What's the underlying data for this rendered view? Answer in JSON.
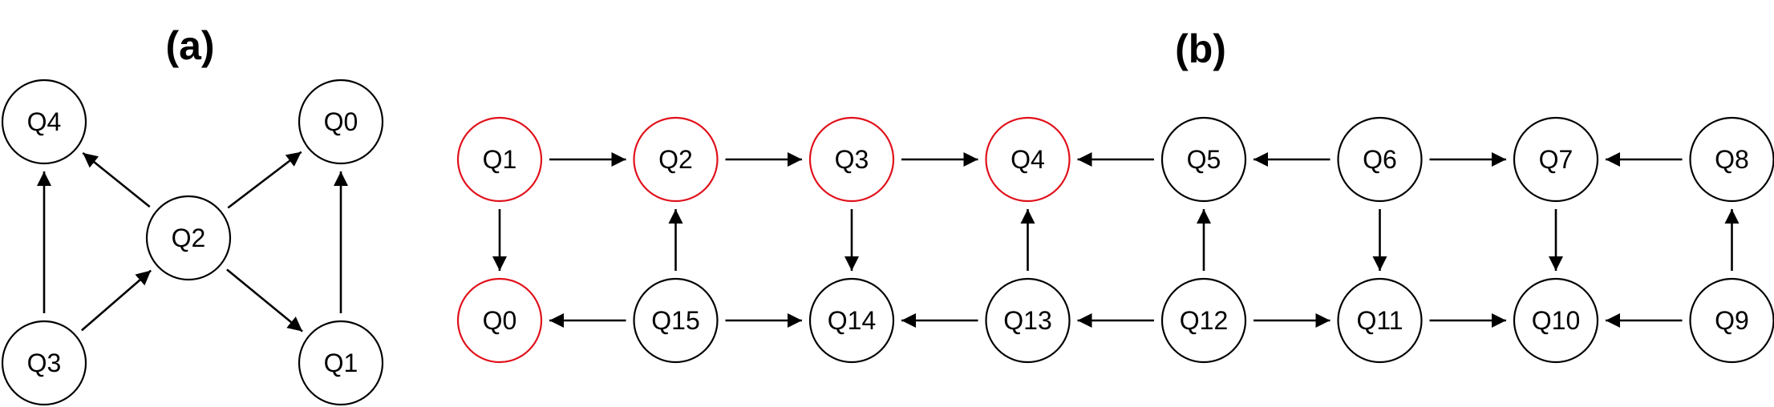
{
  "panels": [
    {
      "id": "a",
      "label": "(a)"
    },
    {
      "id": "b",
      "label": "(b)"
    }
  ],
  "colors": {
    "default_stroke": "#000000",
    "highlight_stroke": "#e0101a"
  },
  "graph_a": {
    "nodes": [
      {
        "id": "Q4",
        "label": "Q4",
        "highlight": false
      },
      {
        "id": "Q0",
        "label": "Q0",
        "highlight": false
      },
      {
        "id": "Q2",
        "label": "Q2",
        "highlight": false
      },
      {
        "id": "Q3",
        "label": "Q3",
        "highlight": false
      },
      {
        "id": "Q1",
        "label": "Q1",
        "highlight": false
      }
    ],
    "edges": [
      {
        "from": "Q3",
        "to": "Q4"
      },
      {
        "from": "Q3",
        "to": "Q2"
      },
      {
        "from": "Q2",
        "to": "Q4"
      },
      {
        "from": "Q2",
        "to": "Q0"
      },
      {
        "from": "Q2",
        "to": "Q1"
      },
      {
        "from": "Q1",
        "to": "Q0"
      }
    ]
  },
  "graph_b": {
    "nodes": [
      {
        "id": "Q1",
        "label": "Q1",
        "highlight": true
      },
      {
        "id": "Q2",
        "label": "Q2",
        "highlight": true
      },
      {
        "id": "Q3",
        "label": "Q3",
        "highlight": true
      },
      {
        "id": "Q4",
        "label": "Q4",
        "highlight": true
      },
      {
        "id": "Q5",
        "label": "Q5",
        "highlight": false
      },
      {
        "id": "Q6",
        "label": "Q6",
        "highlight": false
      },
      {
        "id": "Q7",
        "label": "Q7",
        "highlight": false
      },
      {
        "id": "Q8",
        "label": "Q8",
        "highlight": false
      },
      {
        "id": "Q0",
        "label": "Q0",
        "highlight": true
      },
      {
        "id": "Q15",
        "label": "Q15",
        "highlight": false
      },
      {
        "id": "Q14",
        "label": "Q14",
        "highlight": false
      },
      {
        "id": "Q13",
        "label": "Q13",
        "highlight": false
      },
      {
        "id": "Q12",
        "label": "Q12",
        "highlight": false
      },
      {
        "id": "Q11",
        "label": "Q11",
        "highlight": false
      },
      {
        "id": "Q10",
        "label": "Q10",
        "highlight": false
      },
      {
        "id": "Q9",
        "label": "Q9",
        "highlight": false
      }
    ],
    "edges": [
      {
        "from": "Q1",
        "to": "Q2"
      },
      {
        "from": "Q2",
        "to": "Q3"
      },
      {
        "from": "Q3",
        "to": "Q4"
      },
      {
        "from": "Q5",
        "to": "Q4"
      },
      {
        "from": "Q6",
        "to": "Q5"
      },
      {
        "from": "Q6",
        "to": "Q7"
      },
      {
        "from": "Q8",
        "to": "Q7"
      },
      {
        "from": "Q1",
        "to": "Q0"
      },
      {
        "from": "Q15",
        "to": "Q2"
      },
      {
        "from": "Q3",
        "to": "Q14"
      },
      {
        "from": "Q13",
        "to": "Q4"
      },
      {
        "from": "Q12",
        "to": "Q5"
      },
      {
        "from": "Q6",
        "to": "Q11"
      },
      {
        "from": "Q7",
        "to": "Q10"
      },
      {
        "from": "Q9",
        "to": "Q8"
      },
      {
        "from": "Q15",
        "to": "Q0"
      },
      {
        "from": "Q15",
        "to": "Q14"
      },
      {
        "from": "Q13",
        "to": "Q14"
      },
      {
        "from": "Q12",
        "to": "Q13"
      },
      {
        "from": "Q12",
        "to": "Q11"
      },
      {
        "from": "Q11",
        "to": "Q10"
      },
      {
        "from": "Q9",
        "to": "Q10"
      }
    ]
  }
}
